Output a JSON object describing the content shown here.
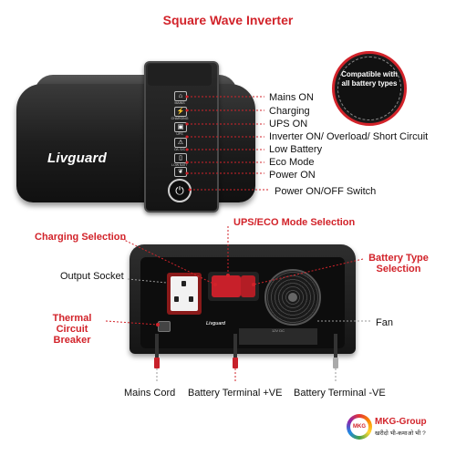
{
  "title": "Square Wave Inverter",
  "brand": "Livguard",
  "badge": {
    "text": "Compatible with all battery types"
  },
  "front_labels": [
    "Mains ON",
    "Charging",
    "UPS ON",
    "Inverter ON/ Overload/ Short Circuit",
    "Low Battery",
    "Eco Mode",
    "Power ON",
    "Power ON/OFF Switch"
  ],
  "back_labels": {
    "ups_eco": "UPS/ECO Mode Selection",
    "charging_selection": "Charging Selection",
    "battery_type": "Battery Type Selection",
    "output_socket": "Output Socket",
    "thermal_breaker": "Thermal Circuit Breaker",
    "fan": "Fan",
    "mains_cord": "Mains Cord",
    "battery_pos": "Battery Terminal +VE",
    "battery_neg": "Battery Terminal -VE"
  },
  "panel_leds": [
    "MAINS",
    "CHARGING",
    "UPS",
    "O/L S/C",
    "LOW BATT",
    "ECO",
    ""
  ],
  "device_text": {
    "back_brand": "Livguard",
    "dc": "12V DC"
  },
  "footer": {
    "brand": "MKG-Group",
    "tagline": "खरीदो भी-कमाओ भी ?",
    "logo_text": "MKG"
  },
  "colors": {
    "accent": "#d2232a"
  }
}
